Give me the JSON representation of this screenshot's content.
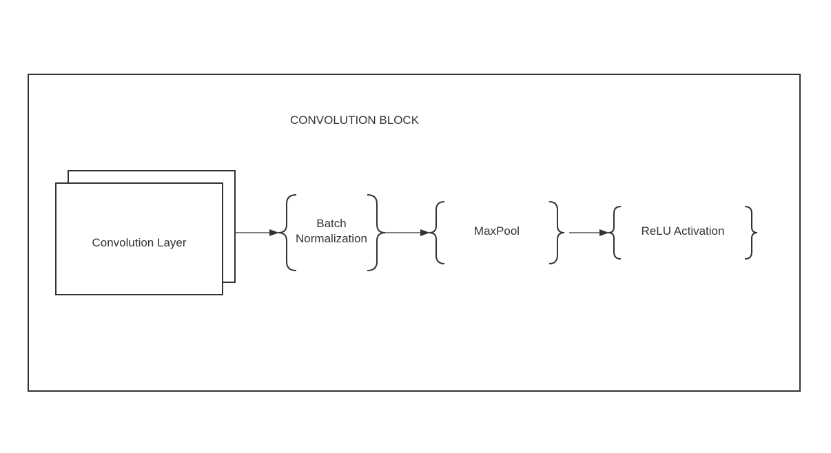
{
  "block": {
    "title": "CONVOLUTION BLOCK"
  },
  "nodes": {
    "conv_layer": "Convolution Layer",
    "batch_norm": "Batch Normalization",
    "maxpool": "MaxPool",
    "relu": "ReLU Activation"
  },
  "colors": {
    "stroke": "#333333",
    "text": "#333333",
    "background": "#ffffff"
  }
}
